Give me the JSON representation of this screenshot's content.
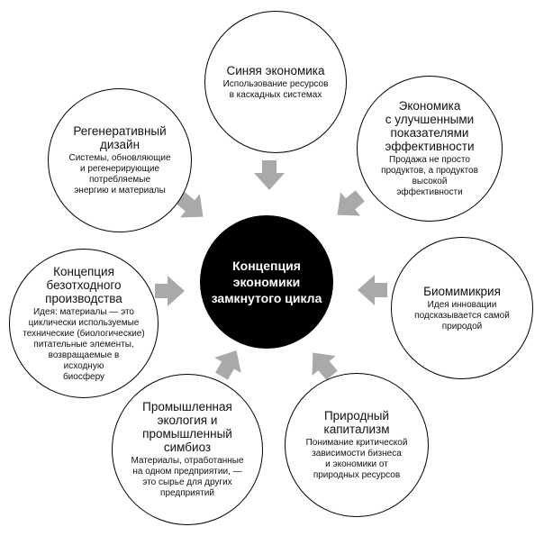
{
  "center": {
    "title": "Концепция\nэкономики\nзамкнутого цикла"
  },
  "nodes": {
    "blue_economy": {
      "title": "Синяя экономика",
      "desc": "Использование ресурсов\nв каскадных системах"
    },
    "performance_economy": {
      "title": "Экономика\nс улучшенными\nпоказателями\nэффективности",
      "desc": "Продажа не просто\nпродуктов, а продуктов\nвысокой\nэффективности"
    },
    "biomimicry": {
      "title": "Биомимикрия",
      "desc": "Идея инновации\nподсказывается самой\nприродой"
    },
    "natural_capitalism": {
      "title": "Природный\nкапитализм",
      "desc": "Понимание критической\nзависимости бизнеса\nи экономики от\nприродных ресурсов"
    },
    "industrial_ecology": {
      "title": "Промышленная\nэкология и\nпромышленный\nсимбиоз",
      "desc": "Материалы, отработанные\nна одном предприятии, —\nэто сырье для других\nпредприятий"
    },
    "zero_waste": {
      "title": "Концепция\nбезотходного\nпроизводства",
      "desc": "Идея: материалы — это\nциклически используемые\nтехнические (биологические)\nпитательные элементы,\nвозвращаемые в\nисходную\nбиосферу"
    },
    "regenerative_design": {
      "title": "Регенеративный\nдизайн",
      "desc": "Системы, обновляющие\nи регенерирующие\nпотребляемые\nэнергию и материалы"
    }
  },
  "colors": {
    "arrow": "#a9a9a9",
    "center_fill": "#000000",
    "outline": "#000000"
  }
}
